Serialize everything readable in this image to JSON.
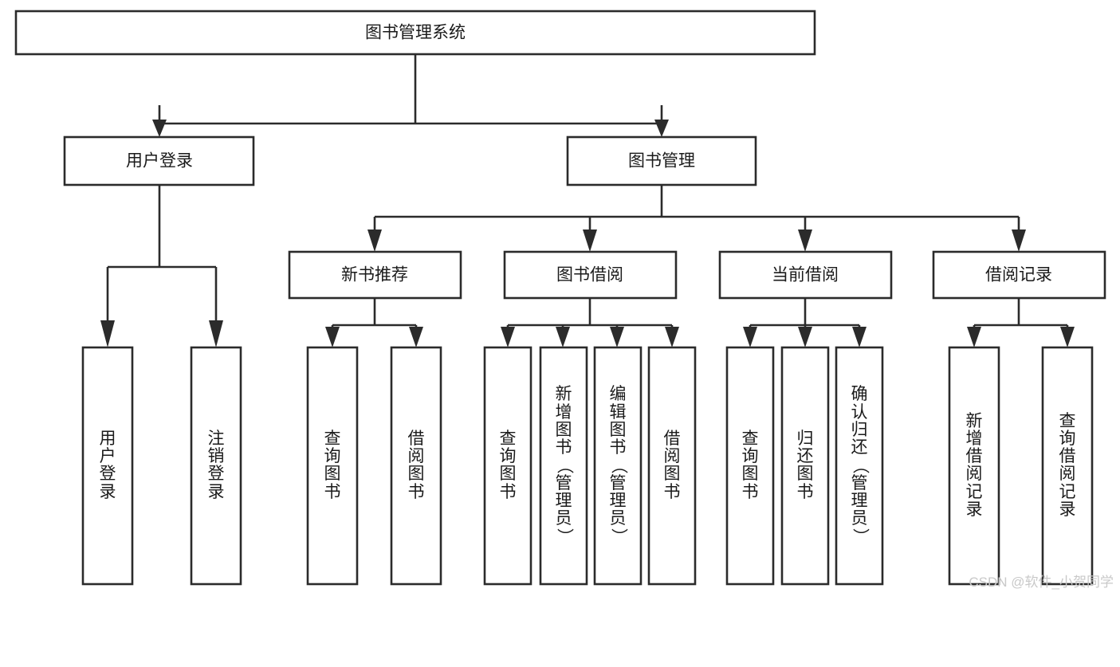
{
  "diagram": {
    "title": "图书管理系统",
    "type": "hierarchy-tree",
    "orientation": "top-down",
    "background_color": "#ffffff",
    "box_stroke_color": "#2b2b2b",
    "box_fill_color": "#ffffff",
    "text_color": "#1a1a1a"
  },
  "root": {
    "label": "图书管理系统"
  },
  "level2": {
    "user_login": {
      "label": "用户登录"
    },
    "book_manage": {
      "label": "图书管理"
    }
  },
  "level3": {
    "new_book_recommend": {
      "label": "新书推荐"
    },
    "book_borrow": {
      "label": "图书借阅"
    },
    "current_borrow": {
      "label": "当前借阅"
    },
    "borrow_record": {
      "label": "借阅记录"
    }
  },
  "leaves": {
    "user_login": [
      {
        "label": "用户登录"
      },
      {
        "label": "注销登录"
      }
    ],
    "new_book_recommend": [
      {
        "label": "查询图书"
      },
      {
        "label": "借阅图书"
      }
    ],
    "book_borrow": [
      {
        "label": "查询图书"
      },
      {
        "label": "新增图书（管理员）"
      },
      {
        "label": "编辑图书（管理员）"
      },
      {
        "label": "借阅图书"
      }
    ],
    "current_borrow": [
      {
        "label": "查询图书"
      },
      {
        "label": "归还图书"
      },
      {
        "label": "确认归还（管理员）"
      }
    ],
    "borrow_record": [
      {
        "label": "新增借阅记录"
      },
      {
        "label": "查询借阅记录"
      }
    ]
  },
  "watermark": {
    "text": "CSDN @软件_小贺同学"
  }
}
